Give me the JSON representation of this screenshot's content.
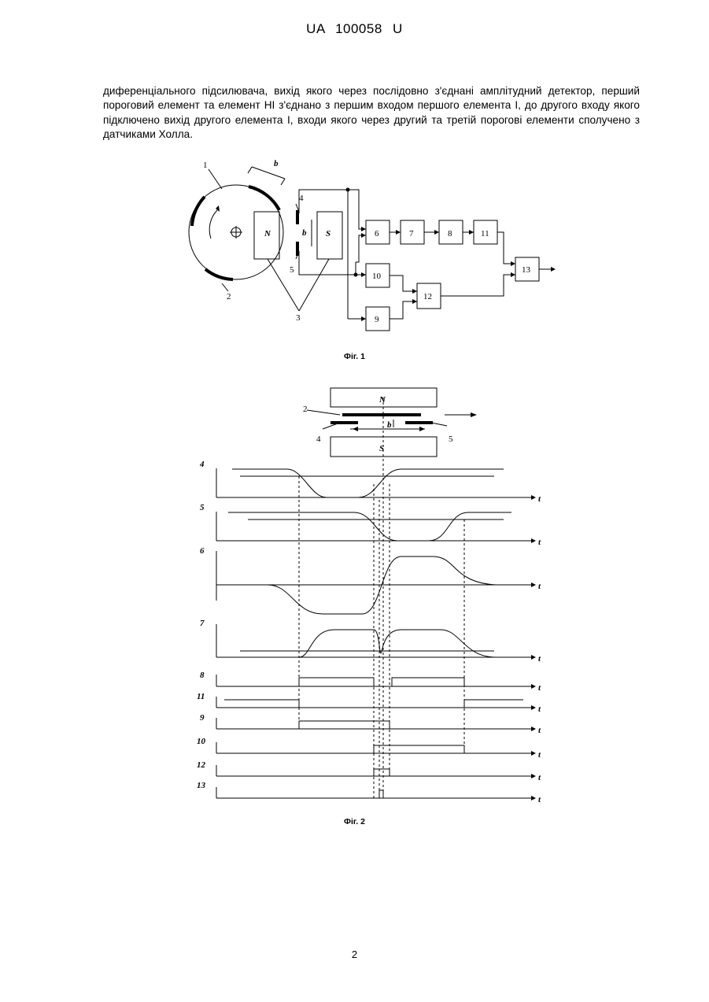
{
  "header": "UA   100058   U",
  "paragraph": "диференціального підсилювача, вихід якого через послідовно з'єднані амплітудний детектор, перший пороговий елемент та елемент НІ з'єднано з першим входом першого елемента І, до другого входу якого підключено вихід другого елемента І, входи якого через другий та третій порогові елементи сполучено з датчиками Холла.",
  "fig1": {
    "caption": "Фіг. 1",
    "labels": {
      "l1": "1",
      "l2": "2",
      "l3": "3",
      "l4": "4",
      "l5": "5",
      "b_top": "b",
      "b_side": "b",
      "N": "N",
      "S": "S"
    },
    "blocks": {
      "b6": "6",
      "b7": "7",
      "b8": "8",
      "b11": "11",
      "b10": "10",
      "b9": "9",
      "b12": "12",
      "b13": "13"
    }
  },
  "fig2": {
    "caption": "Фіг. 2",
    "top_labels": {
      "N": "N",
      "S": "S",
      "l2": "2",
      "l4": "4",
      "l5": "5",
      "b": "b"
    },
    "traces": [
      {
        "id": "t4",
        "label": "4",
        "axis": "t"
      },
      {
        "id": "t5",
        "label": "5",
        "axis": "t"
      },
      {
        "id": "t6",
        "label": "6",
        "axis": "t"
      },
      {
        "id": "t7",
        "label": "7",
        "axis": "t"
      },
      {
        "id": "t8",
        "label": "8",
        "axis": "t"
      },
      {
        "id": "t11",
        "label": "11",
        "axis": "t"
      },
      {
        "id": "t9",
        "label": "9",
        "axis": "t"
      },
      {
        "id": "t10",
        "label": "10",
        "axis": "t"
      },
      {
        "id": "t12",
        "label": "12",
        "axis": "t"
      },
      {
        "id": "t13",
        "label": "13",
        "axis": "t"
      }
    ]
  },
  "page_number": "2"
}
